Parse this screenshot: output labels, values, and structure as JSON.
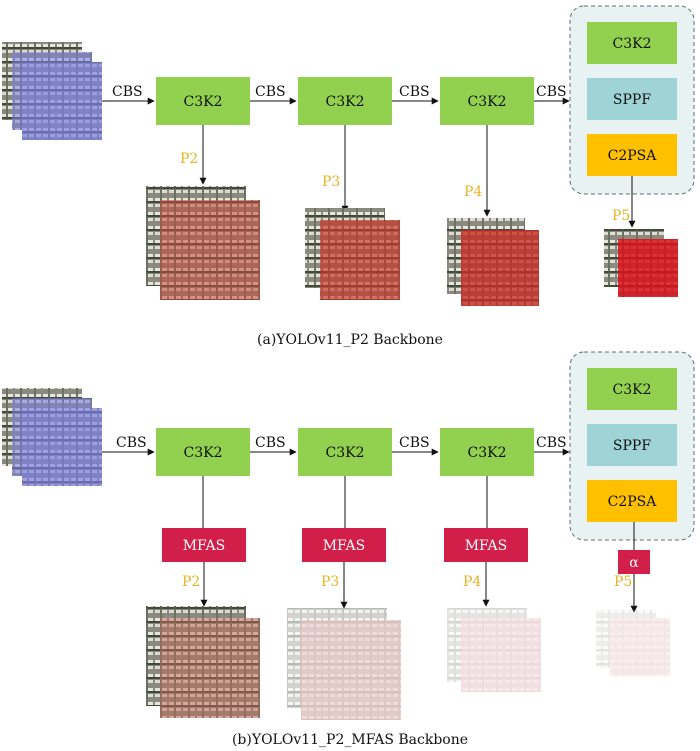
{
  "colors": {
    "c3k2": "#92d050",
    "sppf": "#9fd3d6",
    "c2psa": "#ffc000",
    "mfas": "#d11f4a",
    "plabel": "#e6b422",
    "input_tint": "#7b7fe6",
    "feature_red": "#c8362a",
    "container_fill": "#e8f2f3"
  },
  "top": {
    "cbs_labels": [
      "CBS",
      "CBS",
      "CBS",
      "CBS"
    ],
    "c3k2_labels": [
      "C3K2",
      "C3K2",
      "C3K2"
    ],
    "container": {
      "c3k2": "C3K2",
      "sppf": "SPPF",
      "c2psa": "C2PSA"
    },
    "p_labels": [
      "P2",
      "P3",
      "P4",
      "P5"
    ],
    "caption": "(a)YOLOv11_P2  Backbone"
  },
  "bottom": {
    "cbs_labels": [
      "CBS",
      "CBS",
      "CBS",
      "CBS"
    ],
    "c3k2_labels": [
      "C3K2",
      "C3K2",
      "C3K2"
    ],
    "container": {
      "c3k2": "C3K2",
      "sppf": "SPPF",
      "c2psa": "C2PSA"
    },
    "mfas_labels": [
      "MFAS",
      "MFAS",
      "MFAS"
    ],
    "alpha_label": "α",
    "p_labels": [
      "P2",
      "P3",
      "P4",
      "P5"
    ],
    "caption": "(b)YOLOv11_P2_MFAS  Backbone"
  }
}
